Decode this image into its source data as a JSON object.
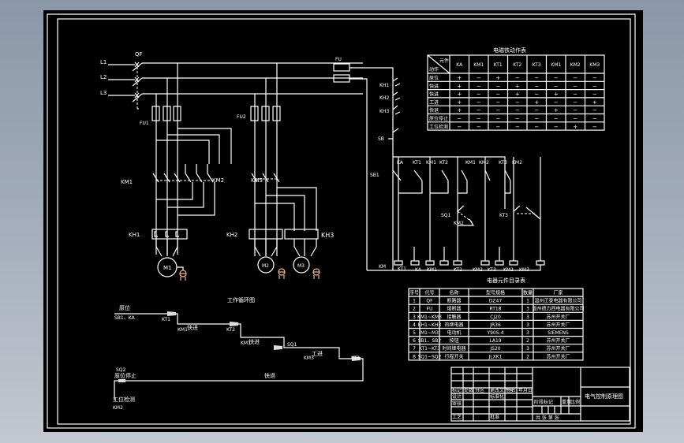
{
  "drawing": {
    "title_block_name": "电气控制原理图",
    "power_labels": [
      "L1",
      "L2",
      "L3"
    ],
    "breaker": "QF",
    "fuse_main": "FU1",
    "fuse_motor2": "FU2",
    "fuse_control": "FU",
    "contactor_left": "KM1",
    "contactor_left2": "KM2",
    "contactor_right": "KM3",
    "overload_left": "KH1",
    "overload_mid": "KH2",
    "overload_right": "KH3",
    "motors": [
      "M1",
      "M2",
      "M3"
    ],
    "control": {
      "stop_buttons": [
        "KH1",
        "KH2",
        "KH3"
      ],
      "estop": "SB",
      "start_button": "SB1",
      "rung_top_labels": [
        "KA",
        "KT1",
        "KM1",
        "KT2",
        "KM1",
        "KM2",
        "KT3",
        "KM2"
      ],
      "rung_mid_labels": [
        "SQ1",
        "KM2",
        "KT3"
      ],
      "coil_left_label": "KM",
      "coil_labels": [
        "KT1",
        "KA",
        "KM1",
        "KT2",
        "KM2",
        "KT3",
        "KM2",
        "KM3"
      ]
    },
    "cycle": {
      "title": "工作循环图",
      "steps": [
        {
          "name": "原位",
          "left": "SB1、KA",
          "right": "KT1"
        },
        {
          "name": "快进",
          "left": "KM1",
          "right": "KT2"
        },
        {
          "name": "快进",
          "left": "KM1",
          "right": "SQ1"
        },
        {
          "name": "工进",
          "left": "KM3",
          "right": "KT3"
        }
      ],
      "return_label": "快退",
      "sq2": "SQ2",
      "stop_label": "原位停止",
      "fault_label": "工位检测",
      "ku2": "KM2"
    }
  },
  "action_table": {
    "title": "电磁铁动作表",
    "corner_top": "元件",
    "corner_bottom": "动作",
    "columns": [
      "KA",
      "KM1",
      "KT1",
      "KT2",
      "KT3",
      "KM1",
      "KM2",
      "KM3"
    ],
    "rows": [
      {
        "label": "原位",
        "cells": [
          "+",
          "−",
          "+",
          "−",
          "−",
          "−",
          "−",
          "−"
        ]
      },
      {
        "label": "快进",
        "cells": [
          "+",
          "−",
          "−",
          "+",
          "−",
          "−",
          "−",
          "−"
        ]
      },
      {
        "label": "快进",
        "cells": [
          "+",
          "−",
          "−",
          "+",
          "−",
          "+",
          "−",
          "−"
        ]
      },
      {
        "label": "工进",
        "cells": [
          "+",
          "−",
          "−",
          "−",
          "+",
          "−",
          "−",
          "+"
        ]
      },
      {
        "label": "快退",
        "cells": [
          "+",
          "−",
          "−",
          "−",
          "−",
          "+",
          "−",
          "−"
        ]
      },
      {
        "label": "原位停止",
        "cells": [
          "−",
          "−",
          "−",
          "−",
          "−",
          "−",
          "−",
          "−"
        ]
      },
      {
        "label": "工位检测",
        "cells": [
          "−",
          "−",
          "−",
          "−",
          "−",
          "−",
          "+",
          "−"
        ]
      }
    ]
  },
  "component_table": {
    "title": "电器元件目录表",
    "headers": [
      "序号",
      "代号",
      "名称",
      "型号规格",
      "数量",
      "厂家"
    ],
    "rows": [
      [
        "1",
        "QF",
        "断路器",
        "DZ47",
        "1",
        "温州正泰电器有限公司"
      ],
      [
        "2",
        "FU",
        "熔断器",
        "RT18",
        "3",
        "温州德力西电器有限公司"
      ],
      [
        "3",
        "KM1~KM3",
        "接触器",
        "CJ20",
        "3",
        "苏州开关厂"
      ],
      [
        "4",
        "KH1~KH3",
        "热继电器",
        "JR36",
        "3",
        "苏州开关厂"
      ],
      [
        "5",
        "M1~M3",
        "电动机",
        "Y90S-4",
        "3",
        "SIEMENS"
      ],
      [
        "6",
        "SB1、SB2",
        "按钮",
        "LA19",
        "2",
        "苏州开关厂"
      ],
      [
        "7",
        "KT1~KT3",
        "时间继电器",
        "JS20",
        "3",
        "苏州开关厂"
      ],
      [
        "8",
        "SQ1~SQ2",
        "行程开关",
        "JLXK1",
        "2",
        "苏州开关厂"
      ]
    ]
  },
  "title_block": {
    "left_headers": [
      "标记",
      "处数",
      "分区",
      "更改文件号",
      "签名",
      "年月日"
    ],
    "left_rows": [
      "设计",
      "审核",
      "工艺"
    ],
    "std_label": "标准化",
    "approve_label": "批准",
    "stage_label": "阶段标记",
    "weight_label": "重量",
    "scale_label": "比例",
    "sheets_label": "共  张  第  张",
    "drawing_name": "电气控制原理图"
  }
}
